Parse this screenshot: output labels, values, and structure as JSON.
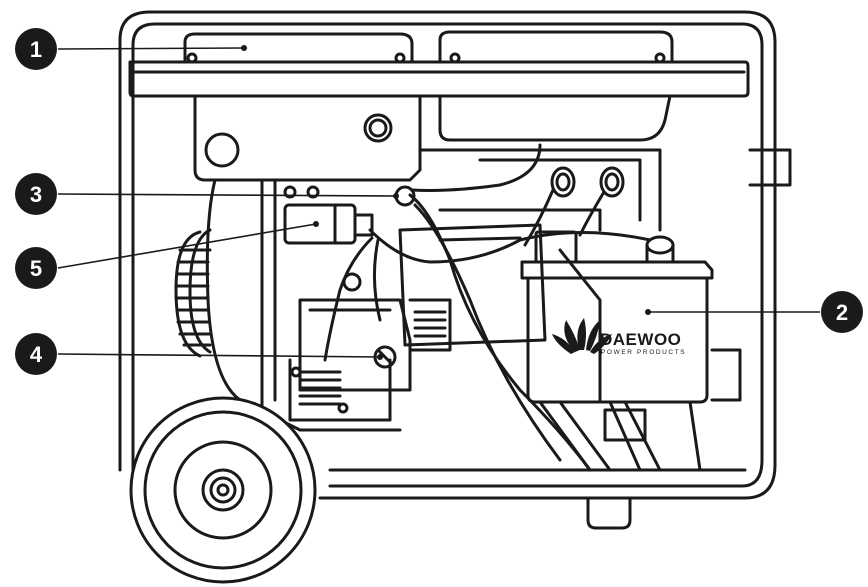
{
  "callouts": [
    {
      "label": "1"
    },
    {
      "label": "2"
    },
    {
      "label": "3"
    },
    {
      "label": "4"
    },
    {
      "label": "5"
    }
  ],
  "battery": {
    "brand": "DAEWOO",
    "tagline": "POWER PRODUCTS"
  },
  "colors": {
    "line": "#1a1a1a",
    "callout_fill": "#1a1a1a",
    "callout_text": "#ffffff",
    "background": "#ffffff"
  }
}
